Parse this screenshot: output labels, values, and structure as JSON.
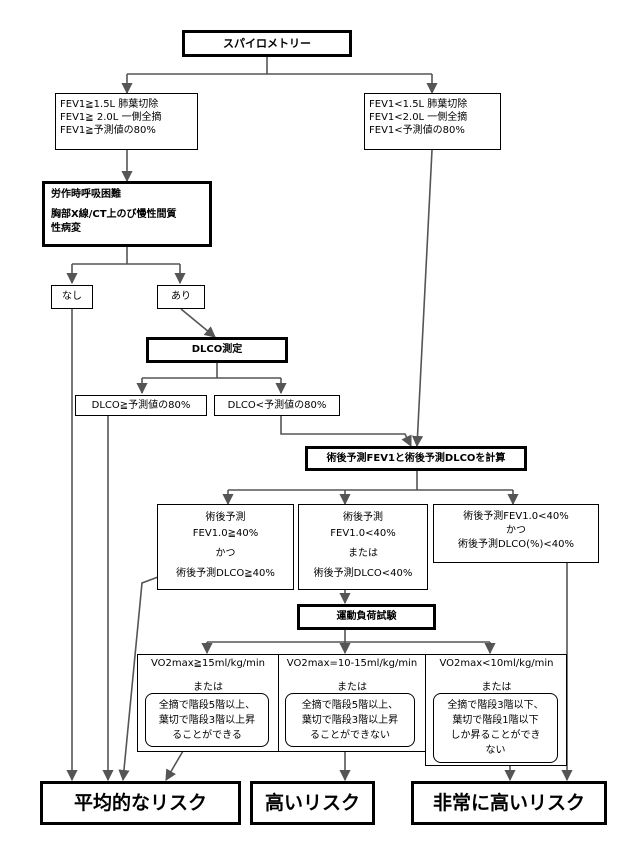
{
  "title": "スパイロメトリー",
  "spiro_left": [
    "FEV1≧1.5L 肺葉切除",
    "FEV1≧ 2.0L 一側全摘",
    "FEV1≧予測値の80%"
  ],
  "spiro_right": [
    "FEV1<1.5L 肺葉切除",
    "FEV1<2.0L 一側全摘",
    "FEV1<予測値の80%"
  ],
  "dyspnea": {
    "line1": "労作時呼吸困難",
    "line2": "胸部X線/CT上のび慢性間質",
    "line3": "性病変"
  },
  "none_label": "なし",
  "present_label": "あり",
  "dlco_test": "DLCO測定",
  "dlco_high": "DLCO≧予測値の80%",
  "dlco_low": "DLCO<予測値の80%",
  "calc": "術後予測FEV1と術後予測DLCOを計算",
  "ppo_left": [
    "術後予測",
    "FEV1.0≧40%",
    "かつ",
    "術後予測DLCO≧40%"
  ],
  "ppo_mid": [
    "術後予測",
    "FEV1.0<40%",
    "または",
    "術後予測DLCO<40%"
  ],
  "ppo_right": [
    "術後予測FEV1.0<40%",
    "かつ",
    "術後予測DLCO(%)<40%"
  ],
  "exercise_test": "運動負荷試験",
  "ex_left": {
    "header": "VO2max≧15ml/kg/min",
    "or": "または",
    "detail": [
      "全摘で階段5階以上、",
      "葉切で階段3階以上昇",
      "ることができる"
    ]
  },
  "ex_mid": {
    "header": "VO2max=10-15ml/kg/min",
    "or": "または",
    "detail": [
      "全摘で階段5階以上、",
      "葉切で階段3階以上昇",
      "ることができない"
    ]
  },
  "ex_right": {
    "header": "VO2max<10ml/kg/min",
    "or": "または",
    "detail": [
      "全摘で階段3階以下、",
      "葉切で階段1階以下",
      "しか昇ることができ",
      "ない"
    ]
  },
  "outcomes": {
    "average": "平均的なリスク",
    "high": "高いリスク",
    "very_high": "非常に高いリスク"
  }
}
